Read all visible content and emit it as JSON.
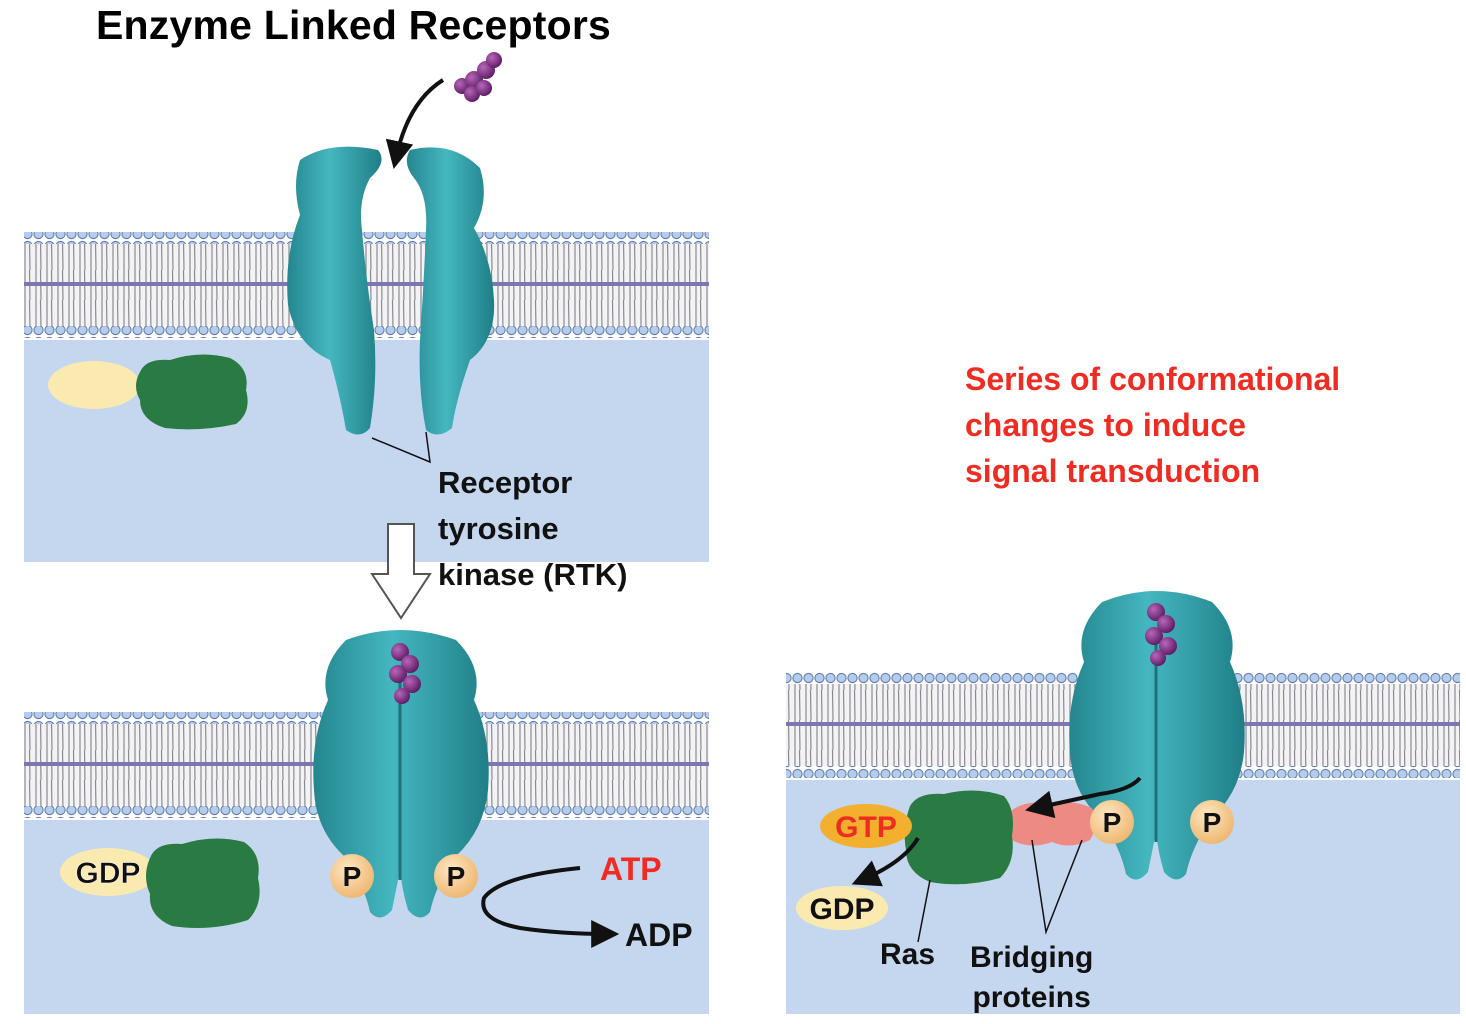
{
  "title": "Enzyme Linked Receptors",
  "rtk_label": [
    "Receptor",
    "tyrosine",
    "kinase (RTK)"
  ],
  "annotation": [
    "Series of conformational",
    "changes to induce",
    "signal transduction"
  ],
  "labels": {
    "gdp": "GDP",
    "gtp": "GTP",
    "p": "P",
    "atp": "ATP",
    "adp": "ADP",
    "ras": "Ras",
    "bridging": [
      "Bridging",
      "proteins"
    ]
  },
  "colors": {
    "cytoplasm": "#c5d7ee",
    "receptor": "#3aa3ac",
    "ligand": "#7a2a7f",
    "ras": "#2a7a43",
    "phosphate": "#f6cf95",
    "gdp_oval": "#fbeab0",
    "gtp_oval": "#f2b02e",
    "bridging": "#ee8a84",
    "accent_red": "#ef2b22"
  }
}
